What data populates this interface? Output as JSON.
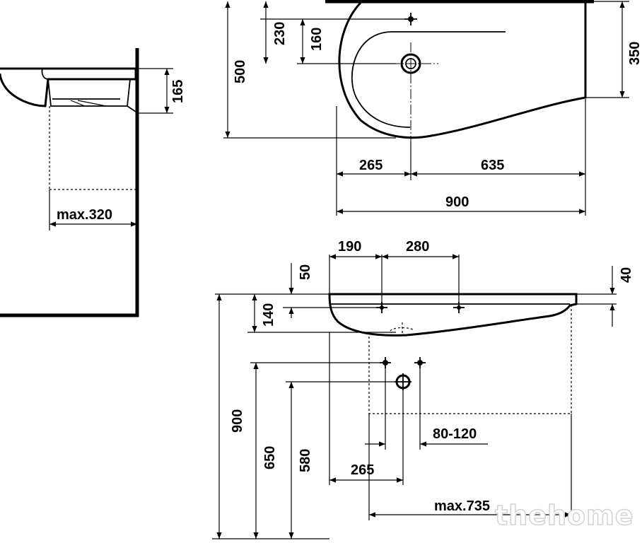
{
  "dimensions": {
    "top_230": "230",
    "top_160": "160",
    "top_500": "500",
    "top_350": "350",
    "top_265": "265",
    "top_635": "635",
    "top_900": "900",
    "side_165": "165",
    "side_max320": "max.320",
    "front_190": "190",
    "front_280": "280",
    "front_50": "50",
    "front_40": "40",
    "front_140": "140",
    "front_900": "900",
    "front_650": "650",
    "front_580": "580",
    "front_80_120": "80-120",
    "front_265": "265",
    "front_max735": "max.735"
  },
  "watermark": "thehome"
}
